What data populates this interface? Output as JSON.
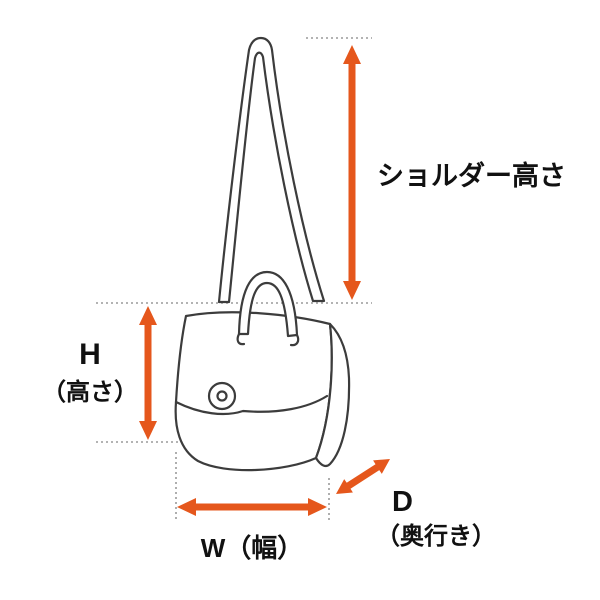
{
  "diagram": {
    "labels": {
      "shoulder_height": "ショルダー高さ",
      "height_main": "H",
      "height_sub": "（高さ）",
      "width": "W（幅）",
      "depth_main": "D",
      "depth_sub": "（奥行き）"
    },
    "colors": {
      "arrow": "#e5571c",
      "line_art": "#3c3c3c",
      "guide": "#9a9a9a",
      "text": "#111111",
      "background": "#ffffff"
    }
  }
}
